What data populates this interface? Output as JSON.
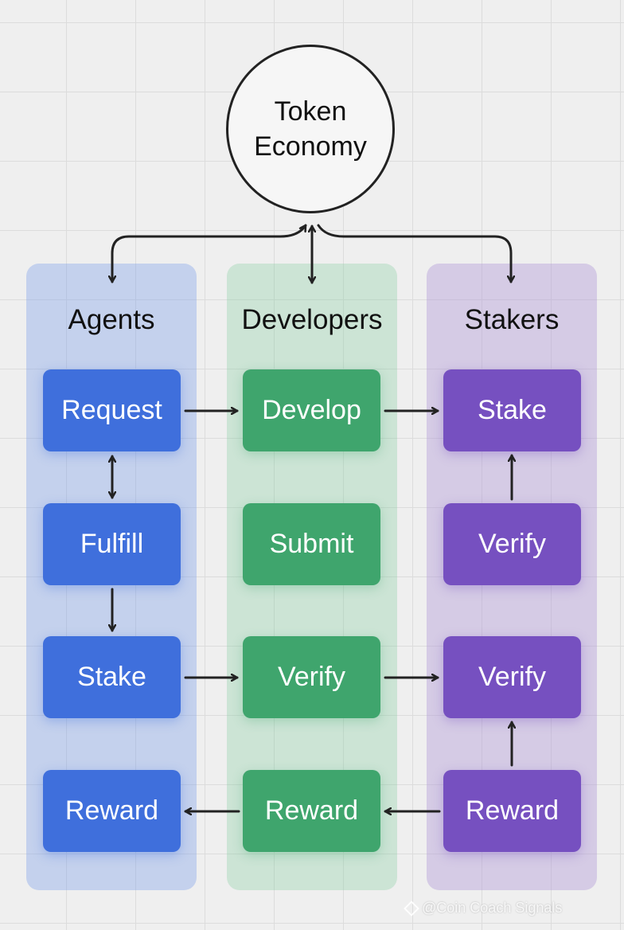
{
  "hub": {
    "line1": "Token",
    "line2": "Economy"
  },
  "columns": [
    {
      "title": "Agents",
      "nodes": [
        "Request",
        "Fulfill",
        "Stake",
        "Reward"
      ]
    },
    {
      "title": "Developers",
      "nodes": [
        "Develop",
        "Submit",
        "Verify",
        "Reward"
      ]
    },
    {
      "title": "Stakers",
      "nodes": [
        "Stake",
        "Verify",
        "Verify",
        "Reward"
      ]
    }
  ],
  "colors": {
    "agents": "#3f6fdc",
    "developers": "#3fa56d",
    "stakers": "#7650c0",
    "arrow": "#222222"
  },
  "watermark": "@Coin Coach Signals"
}
